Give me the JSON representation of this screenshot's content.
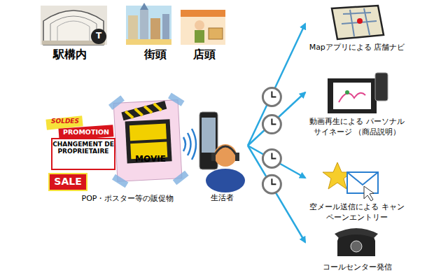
{
  "diagram": {
    "nodes": [
      {
        "text": [
          "MOVIE",
          "POP・ポスター等の販促物"
        ]
      },
      {
        "text": [
          "生活者"
        ]
      },
      {
        "text": [
          "Mapアプリによる 店舗ナビ"
        ]
      },
      {
        "text": [
          "動画再生による パーソナルサイネージ （商品説明）"
        ]
      },
      {
        "text": [
          "空メール送信による キャンペーンエントリー"
        ]
      },
      {
        "text": [
          "コールセンター発信"
        ]
      }
    ],
    "edges": [
      {
        "from": 1,
        "to": 2,
        "arrow": "to"
      },
      {
        "from": 1,
        "to": 3,
        "arrow": "to"
      },
      {
        "from": 1,
        "to": 4,
        "arrow": "to"
      },
      {
        "from": 1,
        "to": 5,
        "arrow": "to"
      }
    ],
    "labels": [
      "駅構内",
      "街頭",
      "店頭",
      "T",
      "SOLDES",
      "PROMOTION",
      "CHANGEMENT DE PROPRIETAIRE",
      "SALE"
    ]
  }
}
